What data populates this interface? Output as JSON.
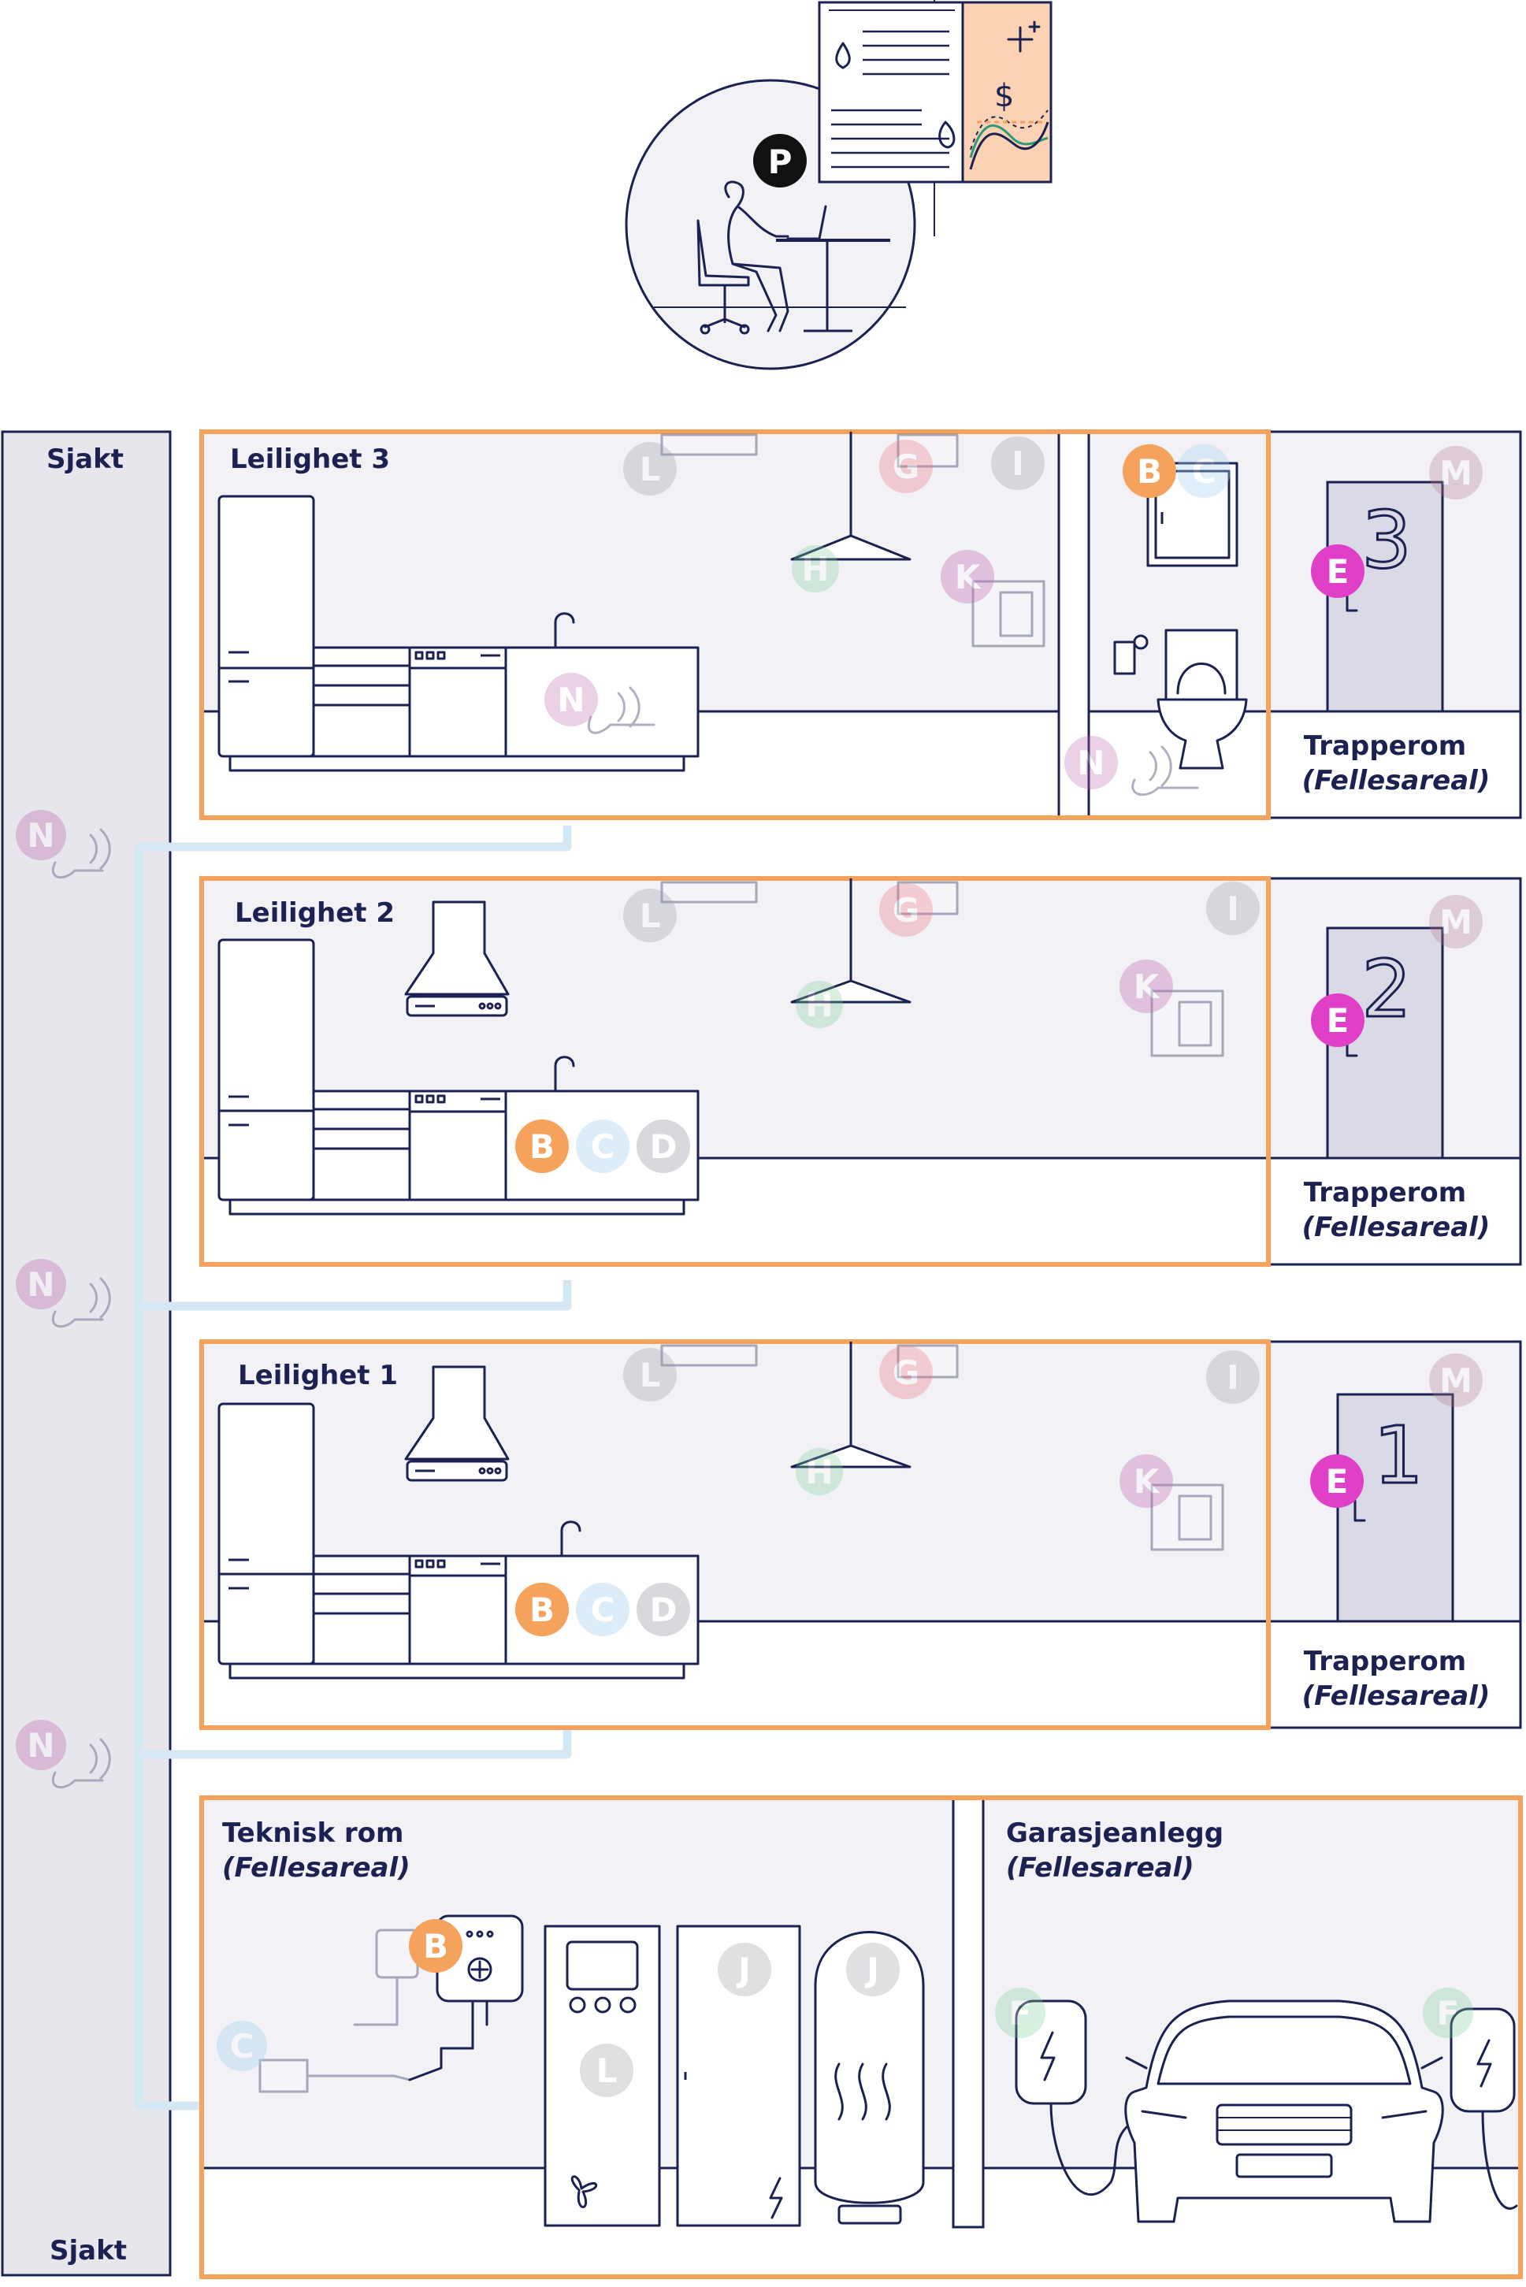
{
  "shaft": {
    "label_top": "Sjakt",
    "label_bottom": "Sjakt"
  },
  "apartments": [
    {
      "label": "Leilighet 3",
      "door_number": "3",
      "stair_label": "Trapperom",
      "stair_sub": "(Fellesareal)"
    },
    {
      "label": "Leilighet 2",
      "door_number": "2",
      "stair_label": "Trapperom",
      "stair_sub": "(Fellesareal)"
    },
    {
      "label": "Leilighet 1",
      "door_number": "1",
      "stair_label": "Trapperom",
      "stair_sub": "(Fellesareal)"
    }
  ],
  "technical_room": {
    "label": "Teknisk rom",
    "sub": "(Fellesareal)"
  },
  "garage": {
    "label": "Garasjeanlegg",
    "sub": "(Fellesareal)"
  },
  "badges": {
    "P": "P",
    "B": "B",
    "C": "C",
    "D": "D",
    "E": "E",
    "F": "F",
    "G": "G",
    "H": "H",
    "I": "I",
    "J": "J",
    "K": "K",
    "L": "L",
    "M": "M",
    "N": "N"
  },
  "colors": {
    "ink": "#1b2150",
    "accent_orange": "#f5a25d",
    "magenta": "#e040c8",
    "room_fill": "#f1f1f6",
    "shaft_fill": "#e6e6ec",
    "pipe_blue": "#d6e7f4",
    "panel_peach": "#fbd3b4"
  }
}
